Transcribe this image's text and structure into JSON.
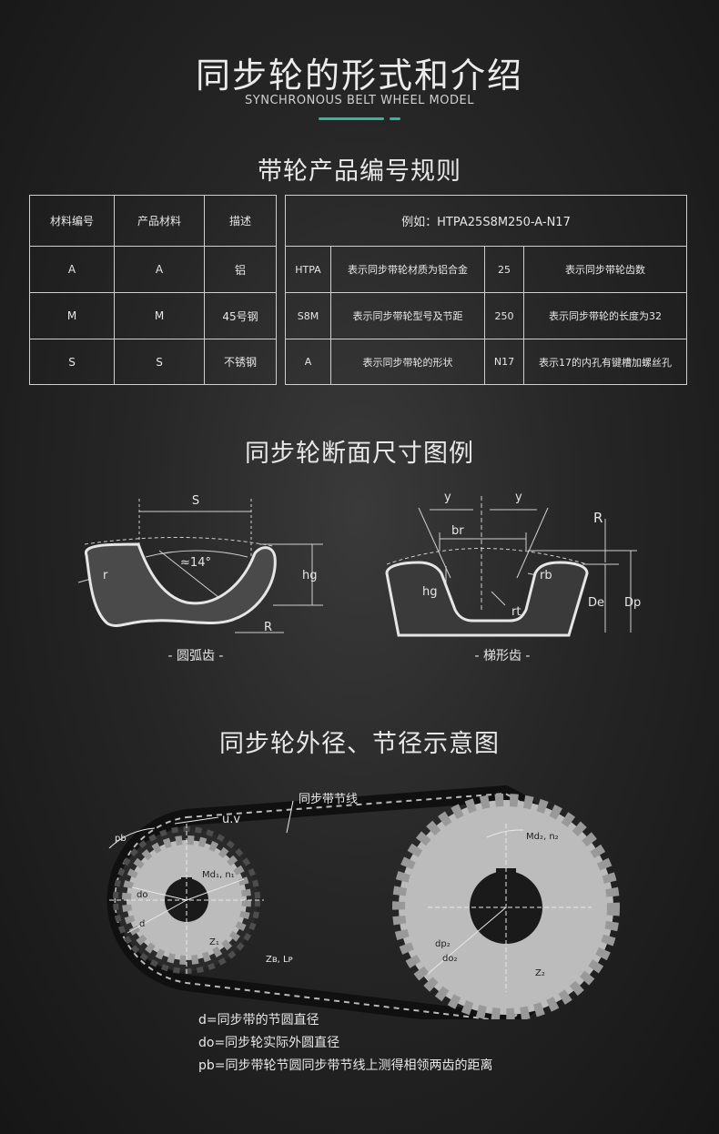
{
  "header": {
    "title": "同步轮的形式和介绍",
    "subtitle": "SYNCHRONOUS BELT WHEEL MODEL",
    "accent": "#2fb7a0"
  },
  "section1": {
    "title": "带轮产品编号规则",
    "material_table": {
      "headers": [
        "材料编号",
        "产品材料",
        "描述"
      ],
      "rows": [
        [
          "A",
          "A",
          "铝"
        ],
        [
          "M",
          "M",
          "45号钢"
        ],
        [
          "S",
          "S",
          "不锈钢"
        ]
      ]
    },
    "example_table": {
      "header": "例如：HTPA25S8M250-A-N17",
      "rows": [
        [
          "HTPA",
          "表示同步带轮材质为铝合金",
          "25",
          "表示同步带轮齿数"
        ],
        [
          "S8M",
          "表示同步带轮型号及节距",
          "250",
          "表示同步带轮的长度为32"
        ],
        [
          "A",
          "表示同步带轮的形状",
          "N17",
          "表示17的内孔有键槽加螺丝孔"
        ]
      ]
    }
  },
  "section2": {
    "title": "同步轮断面尺寸图例",
    "arc": {
      "caption": "- 圆弧齿 -",
      "s": "S",
      "r": "r",
      "angle": "≈14°",
      "hg": "hg",
      "R": "R"
    },
    "trap": {
      "caption": "- 梯形齿 -",
      "y1": "y",
      "y2": "y",
      "br": "br",
      "R": "R",
      "rb": "rb",
      "hg": "hg",
      "rt": "rt",
      "de": "De",
      "dp": "Dp"
    }
  },
  "section3": {
    "title": "同步轮外径、节径示意图",
    "diagram": {
      "belt_line": "同步带节线",
      "uv": "u.v",
      "pb": "pb",
      "do": "do",
      "d": "d",
      "md1": "Md₁, n₁",
      "z1": "Z₁",
      "zb": "Zʙ, Lᴘ",
      "md2": "Md₂, n₂",
      "dp2": "dp₂",
      "do2": "do₂",
      "z2": "Z₂"
    },
    "legend": [
      "d=同步带的节圆直径",
      "do=同步轮实际外圆直径",
      "pb=同步带轮节圆同步带节线上测得相领两齿的距离"
    ]
  }
}
